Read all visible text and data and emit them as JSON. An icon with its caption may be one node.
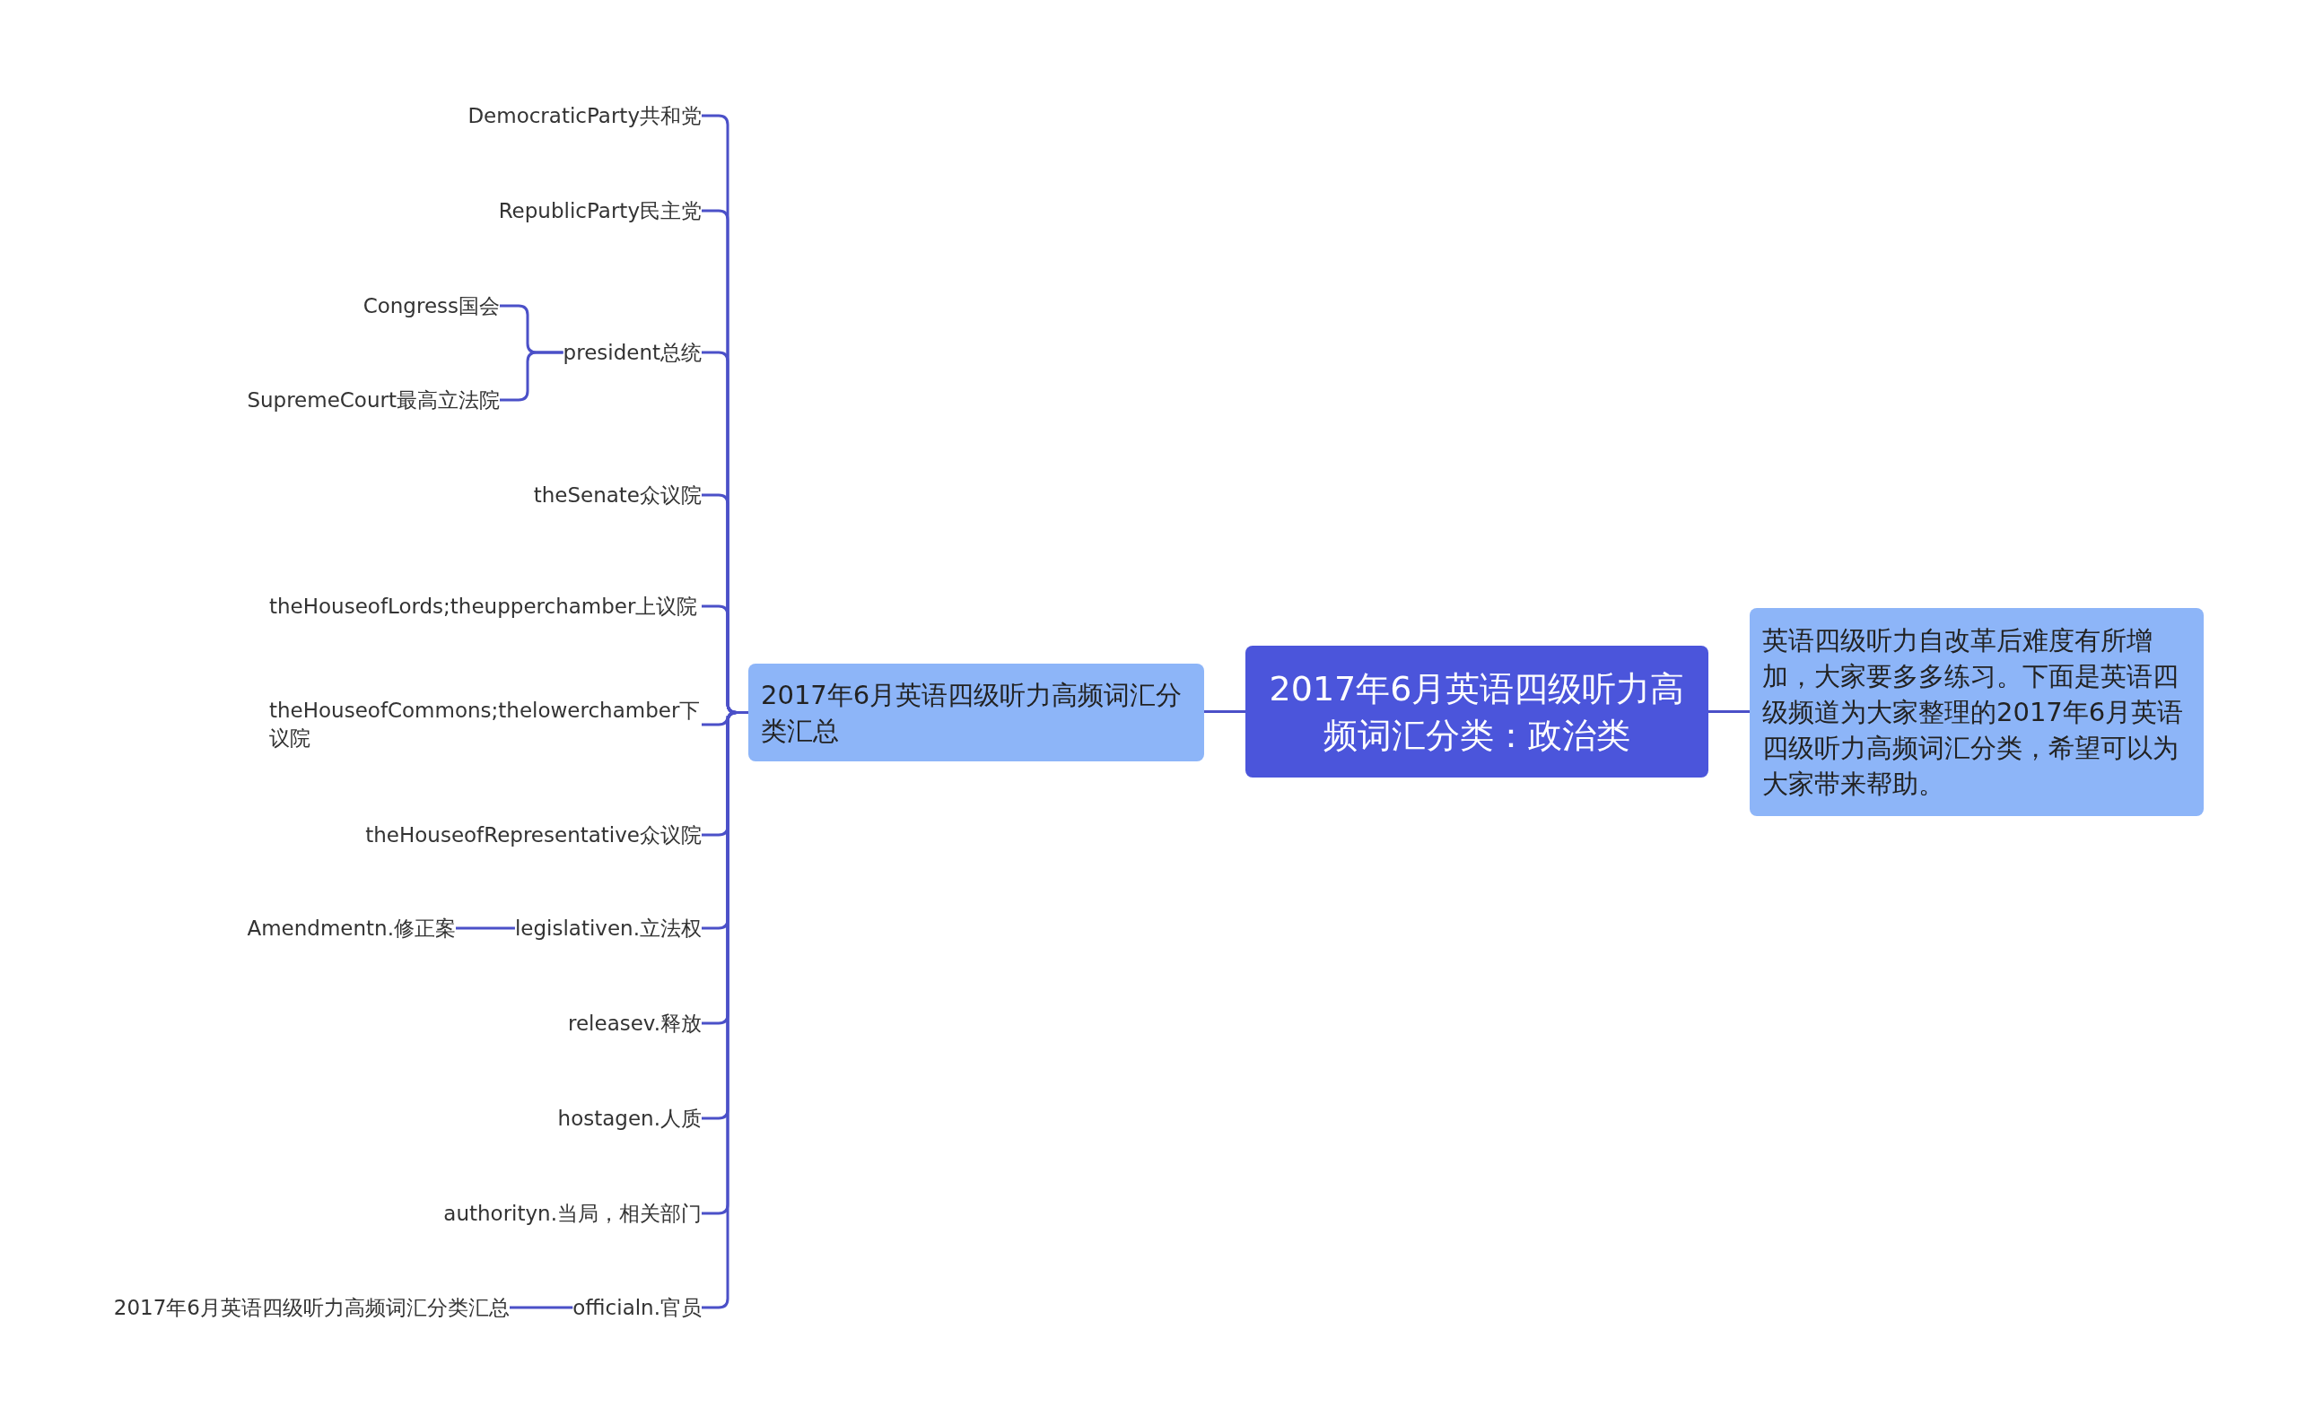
{
  "diagram": {
    "nodes": [
      {
        "text": [
          "2017年6月英语四级听力高频词汇分类：政治类"
        ]
      },
      {
        "text": [
          "英语四级听力自改革后难度有所增加，大家要多多练习。下面是英语四级频道为大家整理的2017年6月英语四级听力高频词汇分类，希望可以为大家带来帮助。"
        ]
      },
      {
        "text": [
          "2017年6月英语四级听力高频词汇分类汇总"
        ]
      },
      {
        "text": [
          "DemocraticParty共和党"
        ]
      },
      {
        "text": [
          "RepublicParty民主党"
        ]
      },
      {
        "text": [
          "president总统"
        ]
      },
      {
        "text": [
          "Congress国会"
        ]
      },
      {
        "text": [
          "SupremeCourt最高立法院"
        ]
      },
      {
        "text": [
          "theSenate众议院"
        ]
      },
      {
        "text": [
          "theHouseofLords;theupperchamber上议院"
        ]
      },
      {
        "text": [
          "theHouseofCommons;thelowerchamber下议院"
        ]
      },
      {
        "text": [
          "theHouseofRepresentative众议院"
        ]
      },
      {
        "text": [
          "legislativen.立法权"
        ]
      },
      {
        "text": [
          "Amendmentn.修正案"
        ]
      },
      {
        "text": [
          "releasev.释放"
        ]
      },
      {
        "text": [
          "hostagen.人质"
        ]
      },
      {
        "text": [
          "authorityn.当局，相关部门"
        ]
      },
      {
        "text": [
          "officialn.官员"
        ]
      },
      {
        "text": [
          "2017年6月英语四级听力高频词汇分类汇总"
        ]
      }
    ],
    "edges": [
      {
        "from": 0,
        "to": 1,
        "arrow": "none"
      },
      {
        "from": 0,
        "to": 2,
        "arrow": "none"
      },
      {
        "from": 2,
        "to": 3,
        "arrow": "none"
      },
      {
        "from": 2,
        "to": 4,
        "arrow": "none"
      },
      {
        "from": 2,
        "to": 5,
        "arrow": "none"
      },
      {
        "from": 5,
        "to": 6,
        "arrow": "none"
      },
      {
        "from": 5,
        "to": 7,
        "arrow": "none"
      },
      {
        "from": 2,
        "to": 8,
        "arrow": "none"
      },
      {
        "from": 2,
        "to": 9,
        "arrow": "none"
      },
      {
        "from": 2,
        "to": 10,
        "arrow": "none"
      },
      {
        "from": 2,
        "to": 11,
        "arrow": "none"
      },
      {
        "from": 2,
        "to": 12,
        "arrow": "none"
      },
      {
        "from": 12,
        "to": 13,
        "arrow": "none"
      },
      {
        "from": 2,
        "to": 14,
        "arrow": "none"
      },
      {
        "from": 2,
        "to": 15,
        "arrow": "none"
      },
      {
        "from": 2,
        "to": 16,
        "arrow": "none"
      },
      {
        "from": 2,
        "to": 17,
        "arrow": "none"
      },
      {
        "from": 17,
        "to": 18,
        "arrow": "none"
      }
    ]
  }
}
